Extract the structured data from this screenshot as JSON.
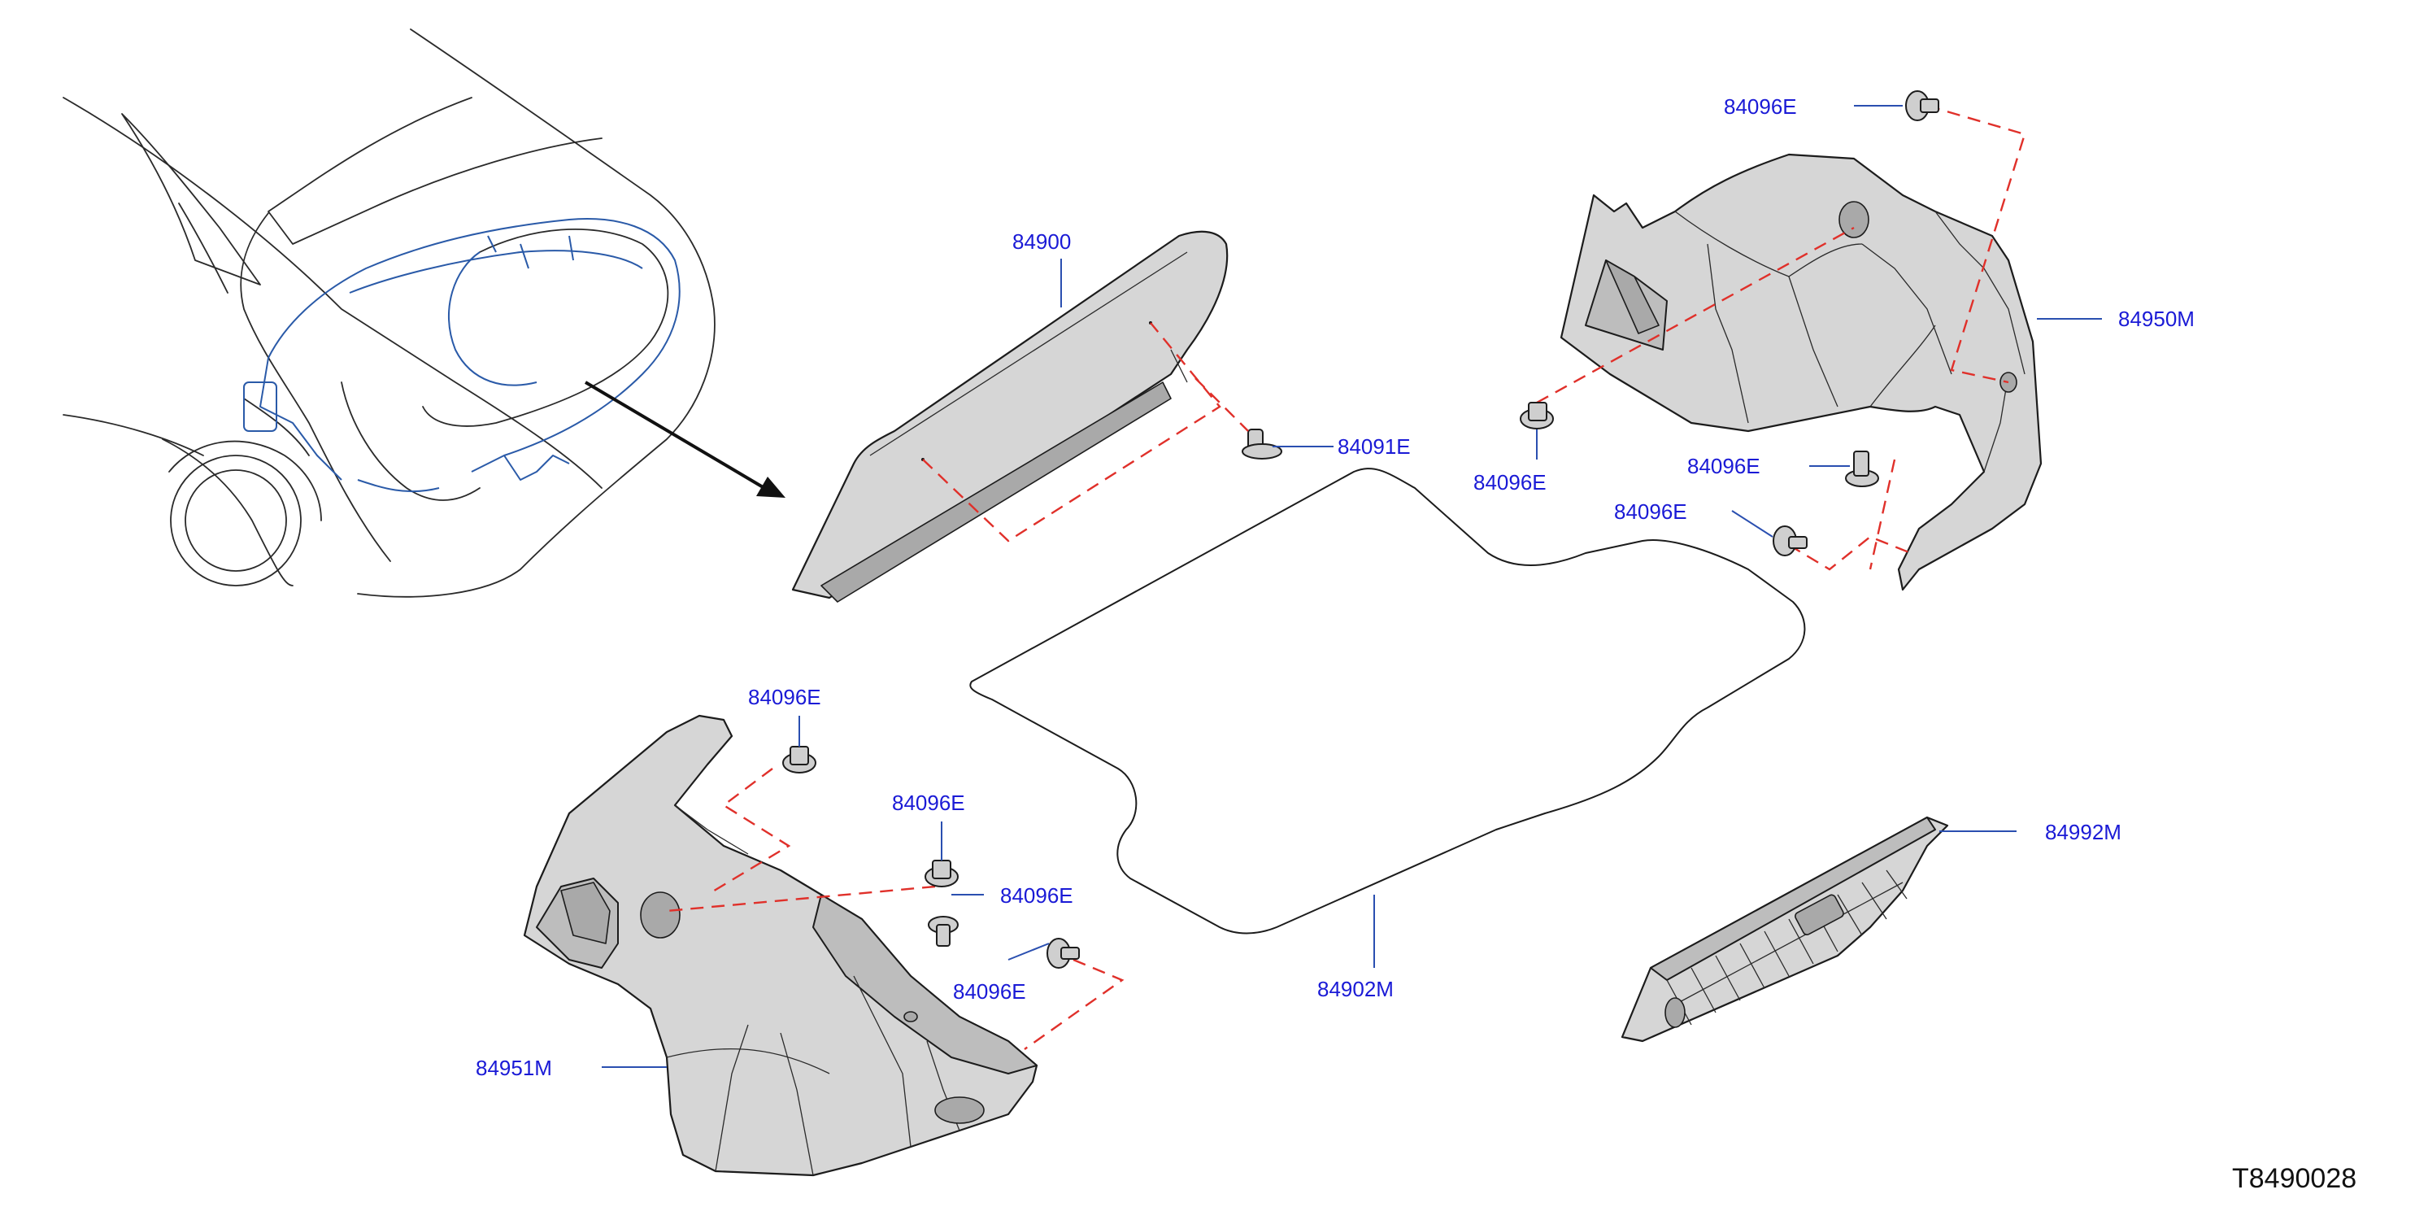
{
  "diagram_id": "T8490028",
  "parts": [
    {
      "label": "84900"
    },
    {
      "label": "84091E"
    },
    {
      "label": "84096E"
    },
    {
      "label": "84950M"
    },
    {
      "label": "84096E"
    },
    {
      "label": "84096E"
    },
    {
      "label": "84096E"
    },
    {
      "label": "84902M"
    },
    {
      "label": "84096E"
    },
    {
      "label": "84096E"
    },
    {
      "label": "84096E"
    },
    {
      "label": "84096E"
    },
    {
      "label": "84951M"
    },
    {
      "label": "84992M"
    }
  ],
  "colors": {
    "label": "#1a1ad6",
    "leader": "#2a4fb0",
    "dashed_guide": "#e0302a",
    "harness": "#2a5aa8",
    "panel_fill": "#d6d6d6",
    "outline": "#1c1c1c"
  }
}
